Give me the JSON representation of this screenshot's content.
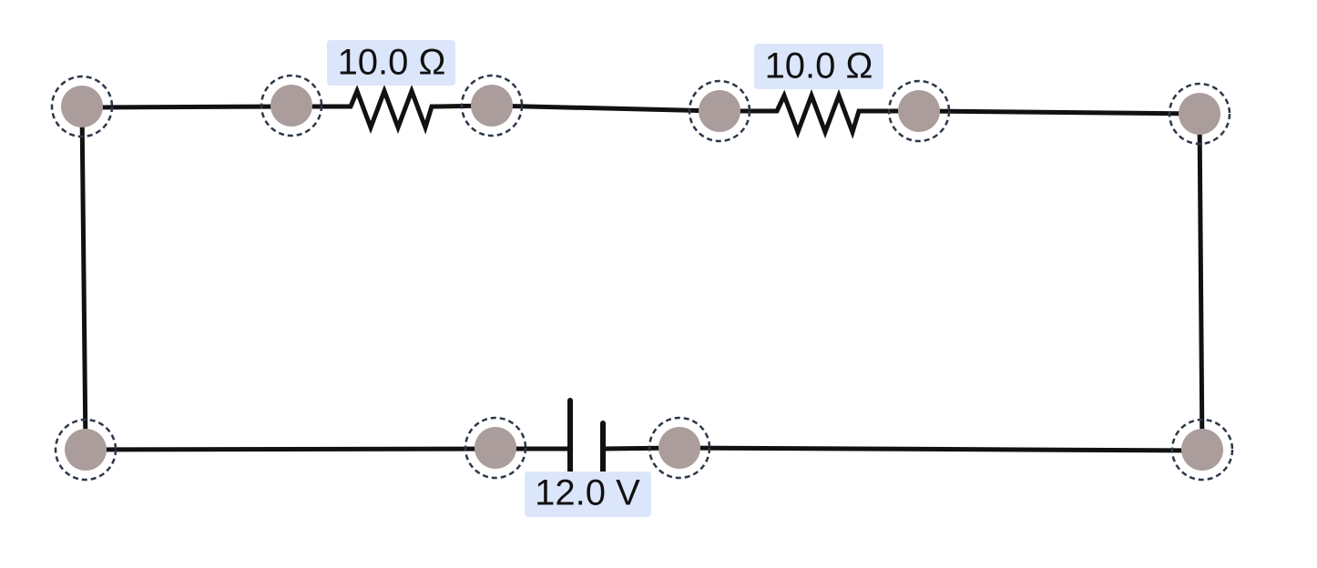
{
  "circuit": {
    "components": [
      {
        "id": "r1",
        "type": "resistor",
        "value_label": "10.0 Ω"
      },
      {
        "id": "r2",
        "type": "resistor",
        "value_label": "10.0 Ω"
      },
      {
        "id": "b1",
        "type": "battery",
        "value_label": "12.0 V"
      }
    ],
    "colors": {
      "wire": "#111111",
      "node_fill": "#ab9d9c",
      "node_ring": "#2d3748",
      "label_background": "#dce6fb",
      "label_text": "#111111"
    }
  }
}
